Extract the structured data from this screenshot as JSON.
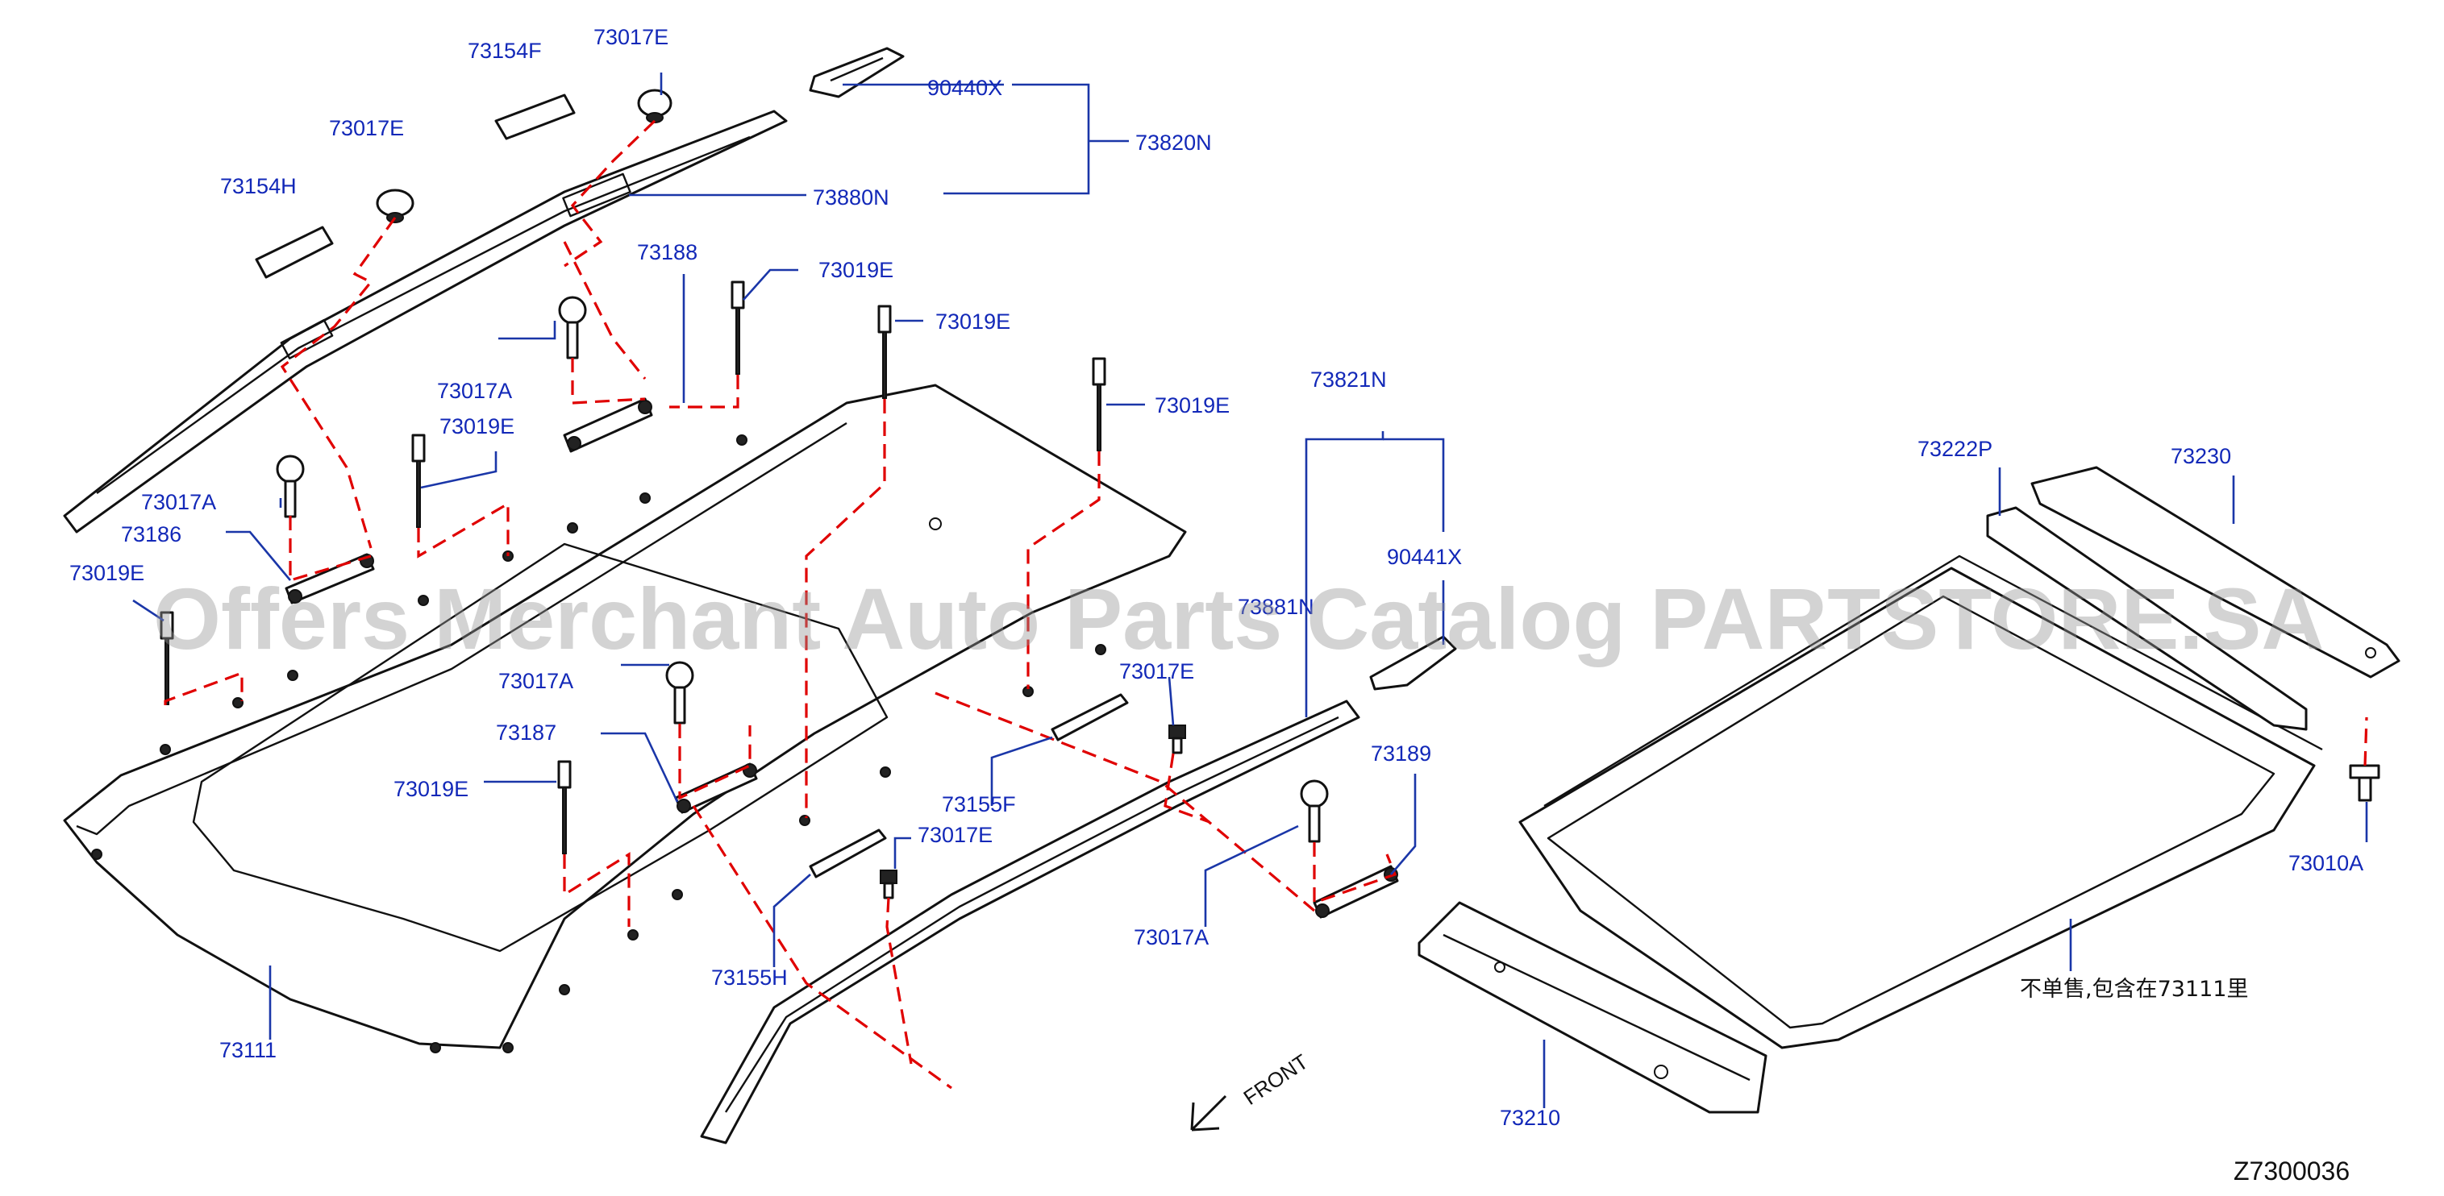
{
  "labels": {
    "p73154F": "73154F",
    "p73017E_top": "73017E",
    "p73017E_left": "73017E",
    "p90440X": "90440X",
    "p73820N": "73820N",
    "p73880N": "73880N",
    "p73154H": "73154H",
    "p73188": "73188",
    "p73019E_a": "73019E",
    "p73019E_b": "73019E",
    "p73019E_c": "73019E",
    "p73017A_a": "73017A",
    "p73019E_d": "73019E",
    "p73017A_b": "73017A",
    "p73186": "73186",
    "p73019E_e": "73019E",
    "p73821N": "73821N",
    "p90441X": "90441X",
    "p73881N": "73881N",
    "p73017A_c": "73017A",
    "p73187": "73187",
    "p73019E_f": "73019E",
    "p73017E_mid": "73017E",
    "p73155F": "73155F",
    "p73017E_low": "73017E",
    "p73155H": "73155H",
    "p73189": "73189",
    "p73017A_d": "73017A",
    "p73111": "73111",
    "p73222P": "73222P",
    "p73230": "73230",
    "p73010A": "73010A",
    "p73210": "73210"
  },
  "note": "不单售,包含在73111里",
  "front": "FRONT",
  "diagram_code": "Z7300036",
  "watermark": "Offers Merchant Auto Parts Catalog PARTSTORE.SA",
  "colors": {
    "callout": "#1228b8",
    "leader": "#1a36a8",
    "dashed_guide": "#e00000",
    "line": "#111111"
  }
}
